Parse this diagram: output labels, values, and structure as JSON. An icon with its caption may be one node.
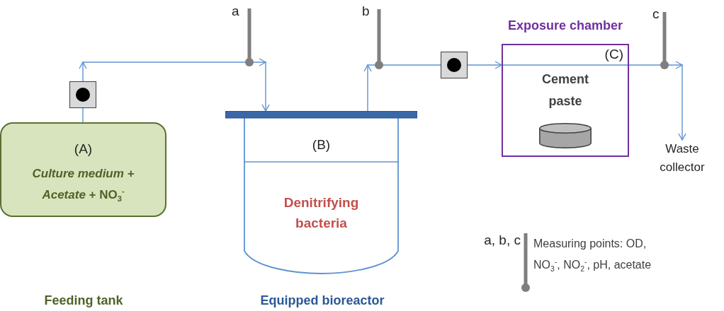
{
  "diagram": {
    "nodes": [
      {
        "text": [
          "(A)",
          "*Culture medium + Acetate* + NO$_{3}$$^{-}$"
        ]
      },
      {
        "text": [],
        "shape": "box"
      },
      {
        "text": [
          "(B)",
          "Denitrifying bacteria"
        ],
        "beside": [
          "Equipped bioreactor"
        ]
      },
      {
        "text": [],
        "shape": "box"
      },
      {
        "text": [
          "Exposure chamber",
          "(C)",
          "Cement paste"
        ]
      },
      {
        "text": [
          "Waste collector"
        ]
      }
    ],
    "edges": [
      {
        "from": 0,
        "to": 1,
        "arrow": "none"
      },
      {
        "from": 1,
        "to": 2,
        "arrow": "to"
      },
      {
        "from": 2,
        "to": 3,
        "arrow": "to"
      },
      {
        "from": 3,
        "to": 4,
        "arrow": "to"
      },
      {
        "from": 4,
        "to": 5,
        "arrow": "to"
      }
    ],
    "labels": [
      "a",
      "b",
      "c",
      "a, b, c",
      "Feeding tank"
    ],
    "legend": [
      {
        "text": "Measuring points: OD, NO$_{3}$$^{-}$, NO$_{2}$$^{-}$, pH, acetate"
      }
    ]
  }
}
